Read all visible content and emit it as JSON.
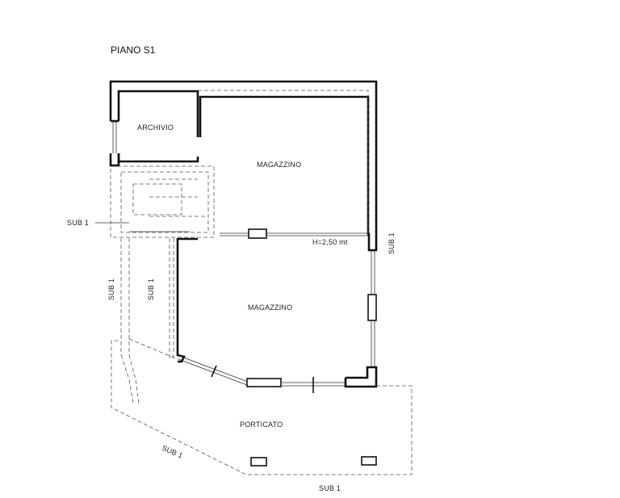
{
  "plan": {
    "title": "PIANO S1",
    "rooms": {
      "archivio": "ARCHIVIO",
      "magazzino_upper": "MAGAZZINO",
      "magazzino_lower": "MAGAZZINO",
      "porticato": "PORTICATO"
    },
    "height_note": "H=2,50 mt",
    "sub_labels": {
      "left": "SUB 1",
      "right": "SUB 1",
      "corridor_a": "SUB 1",
      "corridor_b": "SUB 1",
      "diagonal": "SUB 1",
      "bottom": "SUB 1"
    }
  }
}
